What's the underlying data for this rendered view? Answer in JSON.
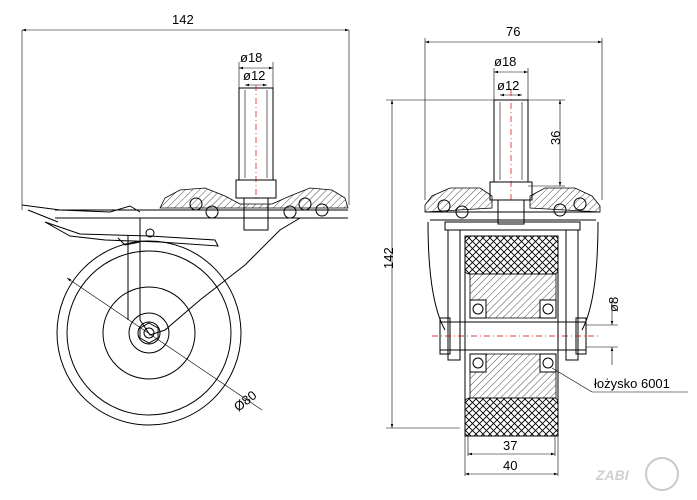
{
  "side_view": {
    "width_label": "142",
    "stem_outer_label": "ø18",
    "stem_inner_label": "ø12",
    "wheel_diameter_label": "Ø80"
  },
  "front_view": {
    "width_label": "76",
    "stem_outer_label": "ø18",
    "stem_inner_label": "ø12",
    "stem_height_label": "36",
    "total_height_label": "142",
    "axle_label": "ø8",
    "bearing_label": "łożysko 6001",
    "tread_inner_label": "37",
    "tread_outer_label": "40"
  },
  "logo": {
    "text": "ZABI"
  }
}
